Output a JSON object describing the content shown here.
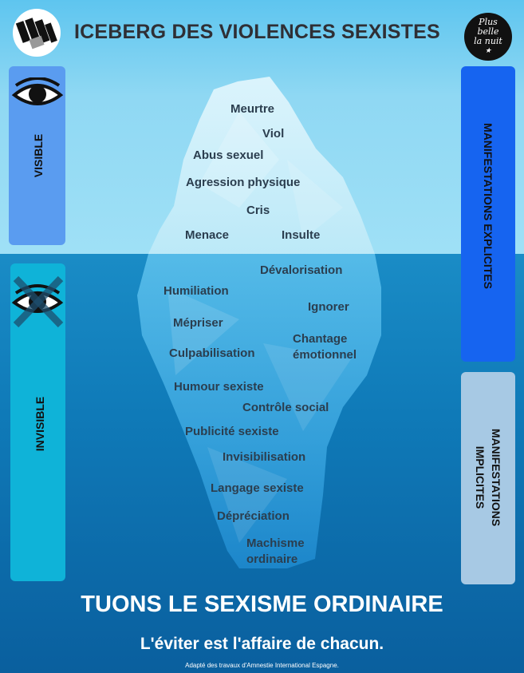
{
  "title": "ICEBERG DES VIOLENCES SEXISTES",
  "logo_right": {
    "line1": "Plus",
    "line2": "belle",
    "line3": "la nuit",
    "line4": "★"
  },
  "labels": {
    "visible": "VISIBLE",
    "invisible": "INVISIBLE",
    "explicit": "MANIFESTATIONS EXPLICITES",
    "implicit_line1": "MANIFESTATIONS",
    "implicit_line2": "IMPLICITES"
  },
  "icons": {
    "visible": "eye-icon",
    "invisible": "crossed-eye-icon",
    "logo_left": "collective-logo-icon"
  },
  "words": [
    "Meurtre",
    "Viol",
    "Abus sexuel",
    "Agression physique",
    "Cris",
    "Menace",
    "Insulte",
    "Dévalorisation",
    "Humiliation",
    "Ignorer",
    "Mépriser",
    "Chantage",
    "émotionnel",
    "Culpabilisation",
    "Humour sexiste",
    "Contrôle social",
    "Publicité sexiste",
    "Invisibilisation",
    "Langage sexiste",
    "Dépréciation",
    "Machisme",
    "ordinaire"
  ],
  "slogan": "TUONS LE SEXISME ORDINAIRE",
  "tagline": "L'éviter est l'affaire de chacun.",
  "credit": "Adapté des travaux d'Amnestie International Espagne.",
  "colors": {
    "sky": "#8fd8f3",
    "sea": "#1a8cc6",
    "deep_sea": "#0a5f9e",
    "explicit_panel": "#1664f0",
    "implicit_panel": "#a7c9e4"
  }
}
